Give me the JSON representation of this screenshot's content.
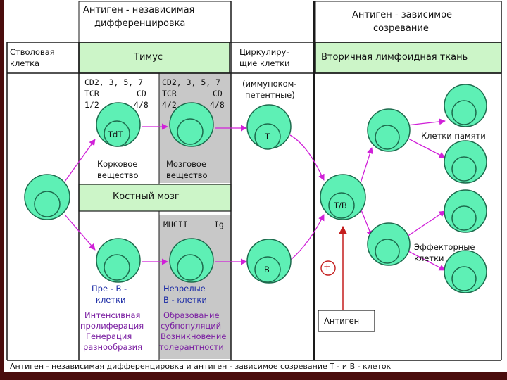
{
  "headers": {
    "antigen_independent": [
      "Антиген - независимая",
      "дифференцировка"
    ],
    "antigen_dependent": [
      "Антиген - зависимое",
      "созревание"
    ]
  },
  "stages": {
    "stem_cell": [
      "Стволовая",
      "клетка"
    ],
    "thymus": "Тимус",
    "circulating": [
      "Циркулиру-",
      "щие клетки"
    ],
    "secondary_lymphoid": "Вторичная лимфоидная ткань",
    "bone_marrow": "Костный мозг"
  },
  "markers": {
    "cortex_cd": "CD2, 3, 5, 7",
    "cortex_tcr": "TCR",
    "cortex_cd_label": "CD",
    "cortex_tcr_val": "1/2",
    "cortex_cd_val": "4/8",
    "medulla_cd": "CD2, 3, 5, 7",
    "medulla_tcr": "TCR",
    "medulla_cd_label": "CD",
    "medulla_tcr_val": "4/2",
    "medulla_cd_val": "4/8",
    "immuno": [
      "(иммунoком-",
      "петентные)"
    ],
    "mhc": "MHCII",
    "ig": "Ig"
  },
  "cells": {
    "tdt": "TdT",
    "t": "T",
    "b": "B",
    "tb": "T/B"
  },
  "regions": {
    "cortex": [
      "Корковое",
      "вещество"
    ],
    "medulla": [
      "Мозговое",
      "вещество"
    ]
  },
  "b_labels": {
    "pre_b": [
      "Пре - В -",
      "клетки"
    ],
    "immature_b": [
      "Незрелые",
      "В - клетки"
    ],
    "proliferation": [
      "Интенсивная",
      "пролиферация"
    ],
    "generation": [
      "Генерация",
      "разнообразия"
    ],
    "subpop": [
      "Образование",
      "субпопуляций"
    ],
    "tolerance": [
      "Возникновение",
      "толерантности"
    ]
  },
  "outputs": {
    "memory": "Клетки памяти",
    "effector": [
      "Эффекторные",
      "клетки"
    ]
  },
  "antigen": "Антиген",
  "plus": "+",
  "caption": "Антиген - независимая дифференцировка и антиген - зависимое созревание Т - и В - клеток",
  "colors": {
    "cell_fill": "#5ef0b5",
    "cell_stroke": "#1d6b4d",
    "band_green": "#ccf5c8",
    "gray_zone": "#c8c8c8",
    "arrow": "#d020d8",
    "frame": "#1a1a1a",
    "slide_edge": "#4a0d0d"
  }
}
